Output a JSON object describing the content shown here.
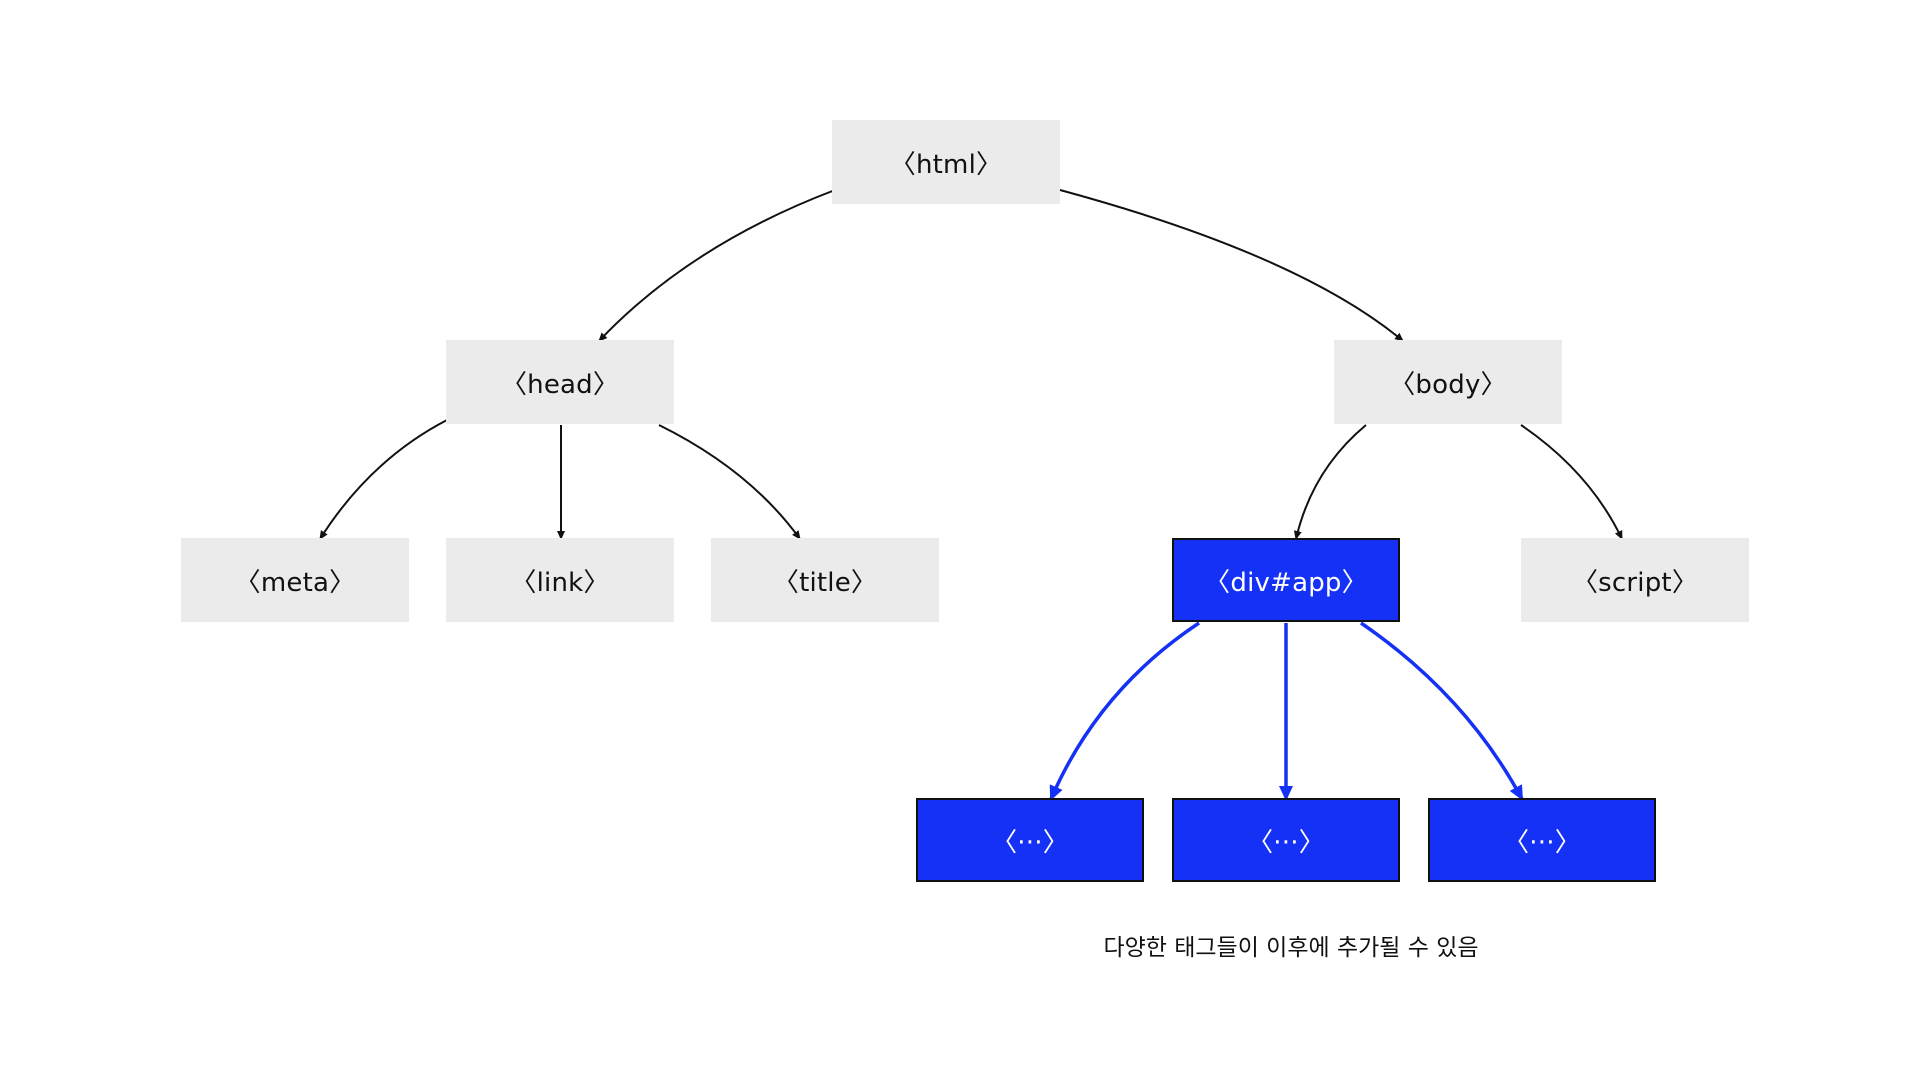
{
  "colors": {
    "node_fill": "#ebebeb",
    "highlight_fill": "#1431f5",
    "edge": "#111111",
    "highlight_edge": "#1431f5"
  },
  "nodes": {
    "html": "〈html〉",
    "head": "〈head〉",
    "body": "〈body〉",
    "meta": "〈meta〉",
    "link": "〈link〉",
    "title": "〈title〉",
    "div_app": "〈div#app〉",
    "script": "〈script〉",
    "child_1": "〈···〉",
    "child_2": "〈···〉",
    "child_3": "〈···〉"
  },
  "edges": [
    {
      "from": "html",
      "to": "head"
    },
    {
      "from": "html",
      "to": "body"
    },
    {
      "from": "head",
      "to": "meta"
    },
    {
      "from": "head",
      "to": "link"
    },
    {
      "from": "head",
      "to": "title"
    },
    {
      "from": "body",
      "to": "div_app"
    },
    {
      "from": "body",
      "to": "script"
    },
    {
      "from": "div_app",
      "to": "child_1"
    },
    {
      "from": "div_app",
      "to": "child_2"
    },
    {
      "from": "div_app",
      "to": "child_3"
    }
  ],
  "caption": "다양한 태그들이 이후에 추가될 수 있음"
}
